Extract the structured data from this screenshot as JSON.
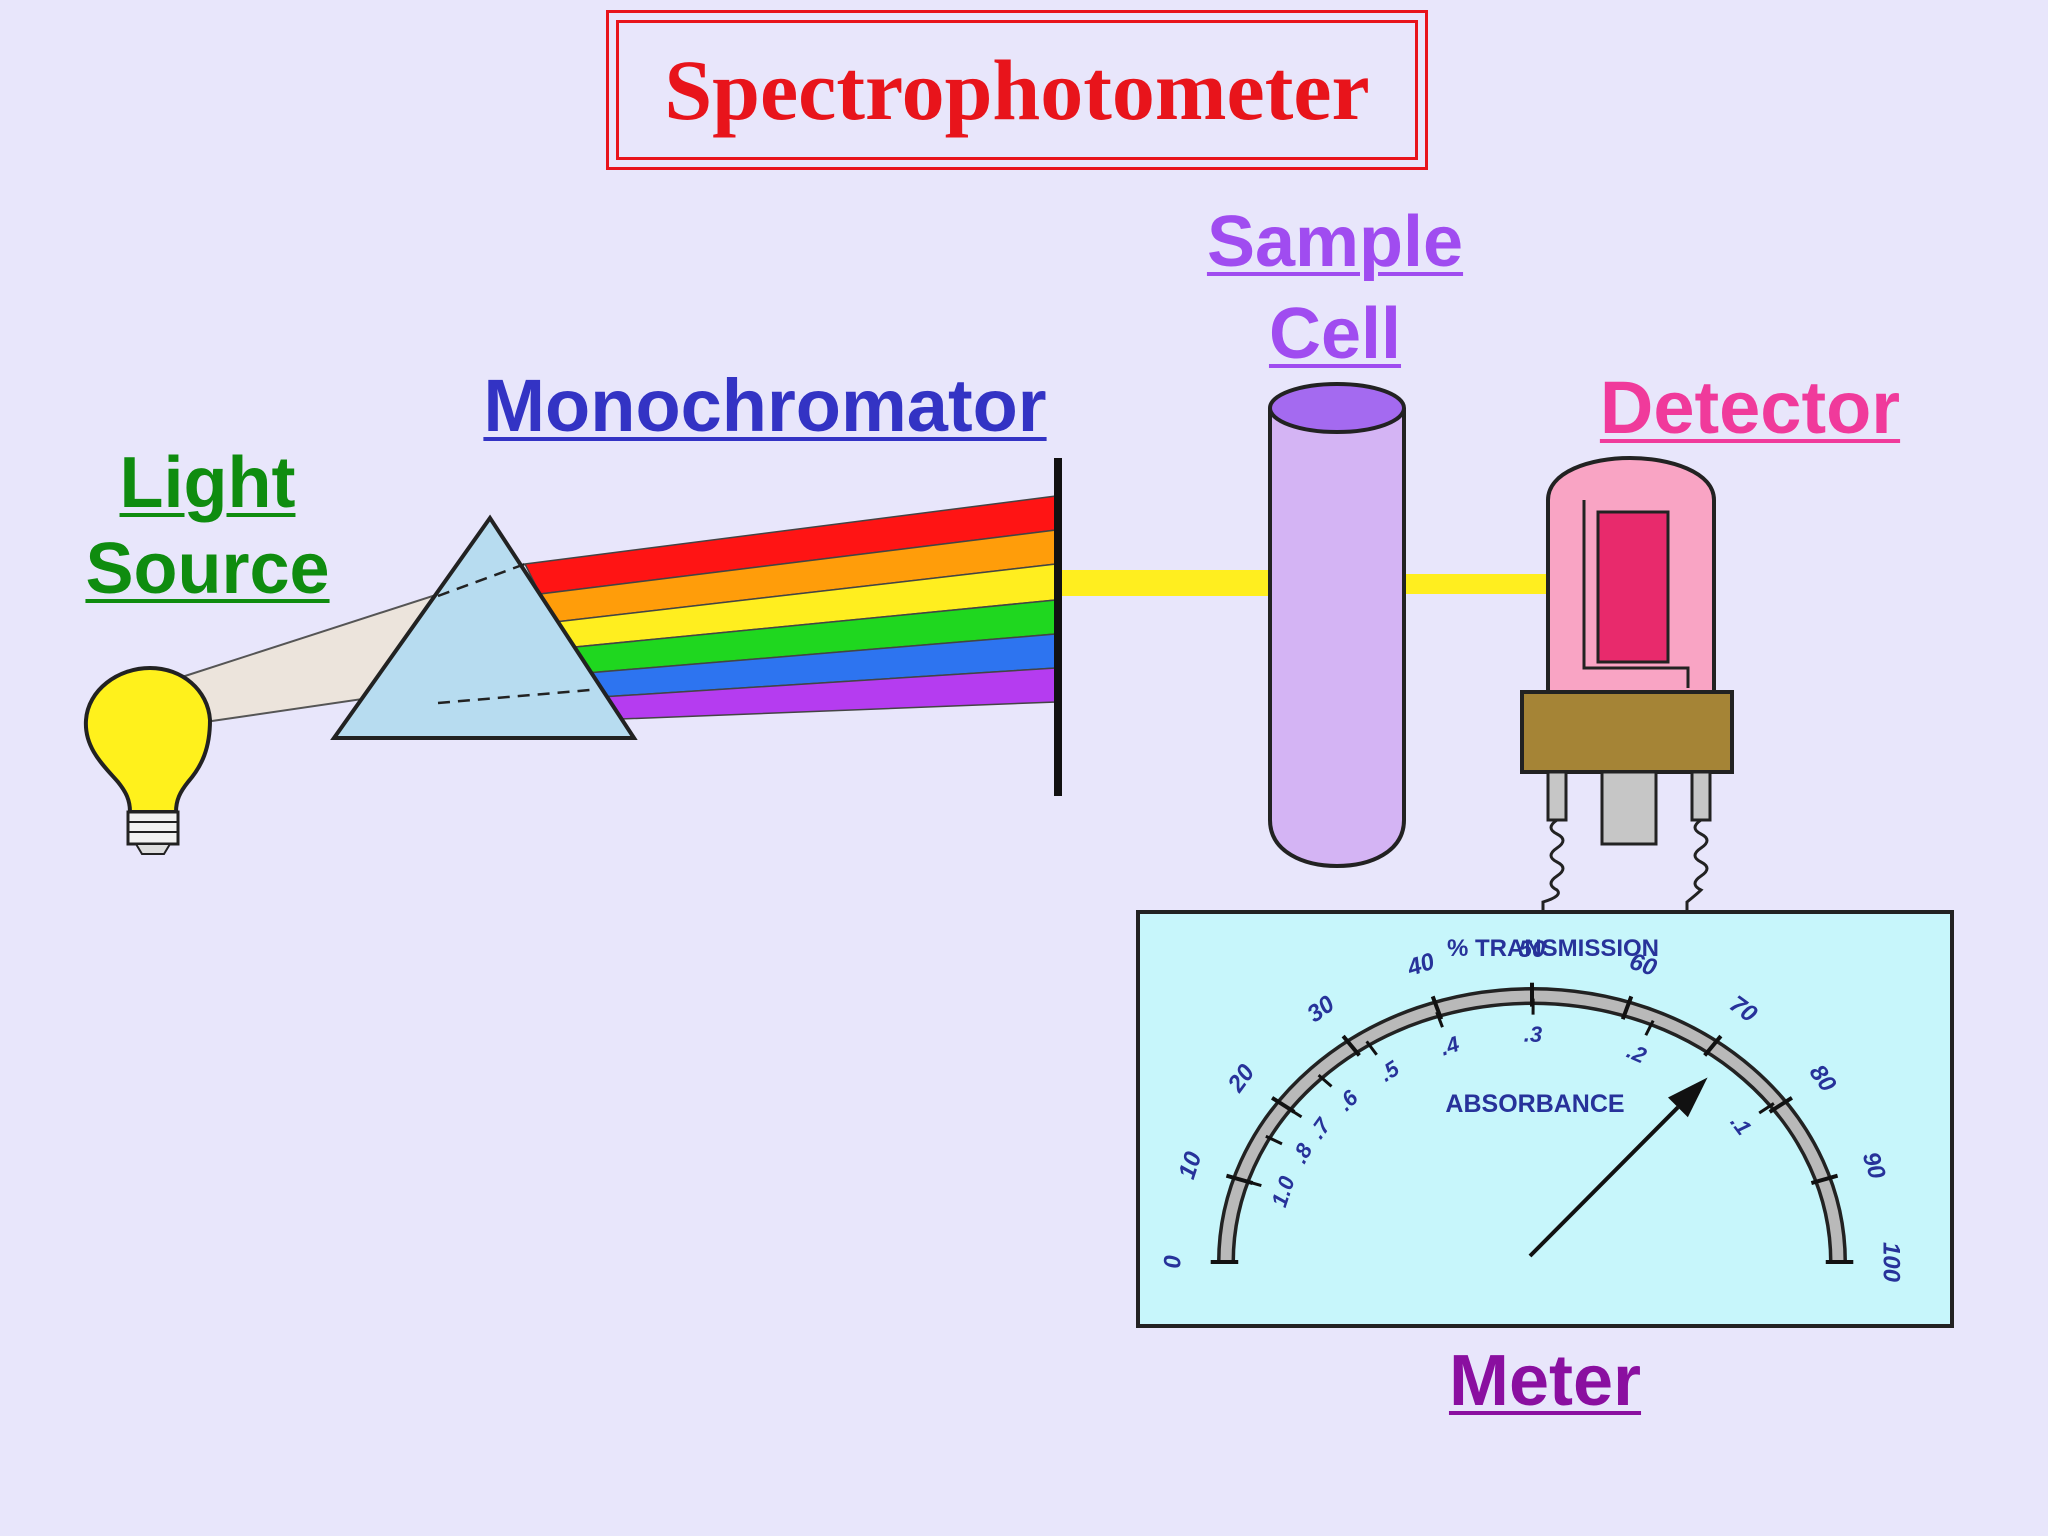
{
  "title": "Spectrophotometer",
  "labels": {
    "light_source_line1": "Light",
    "light_source_line2": "Source",
    "monochromator": "Monochromator",
    "sample_line1": "Sample",
    "sample_line2": "Cell",
    "detector": "Detector",
    "meter": "Meter"
  },
  "meter": {
    "scale_title": "% TRANSMISSION",
    "absorbance_title": "ABSORBANCE",
    "transmission_ticks": [
      "0",
      "10",
      "20",
      "30",
      "40",
      "50",
      "60",
      "70",
      "80",
      "90",
      "100"
    ],
    "absorbance_ticks": [
      "1.0",
      ".8",
      ".7",
      ".6",
      ".5",
      ".4",
      ".3",
      ".2",
      ".1"
    ],
    "needle_percent": 72
  },
  "colors": {
    "title": "#e8141b",
    "light_source": "#0f8c0f",
    "monochromator": "#3333c4",
    "sample": "#a04cf0",
    "detector": "#f03a9b",
    "meter": "#8a0fa0",
    "spectrum": [
      "#ff1414",
      "#ff9d0a",
      "#ffee1f",
      "#1fd71f",
      "#2d74f0",
      "#b53cf0"
    ]
  }
}
